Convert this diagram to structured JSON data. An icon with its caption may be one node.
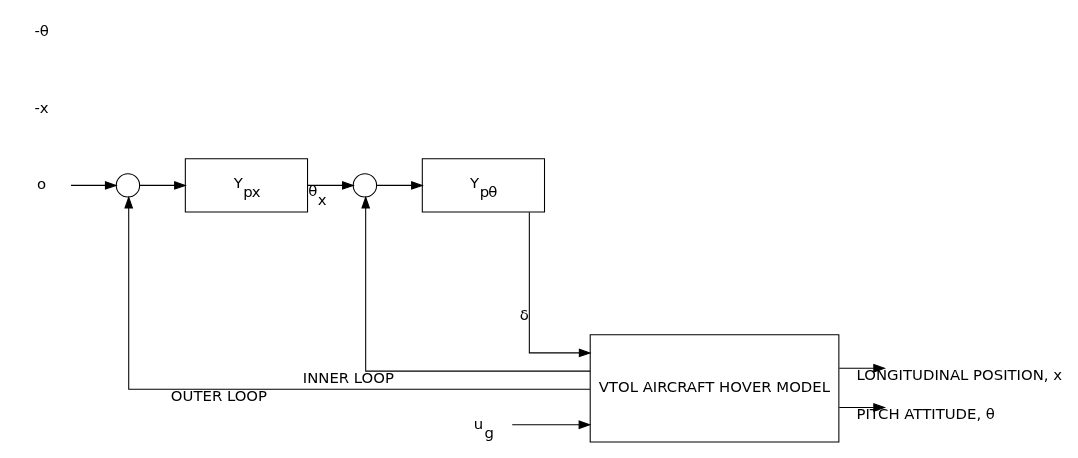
{
  "diagram": {
    "nodes": [
      {
        "text": [
          "o"
        ]
      },
      {
        "text": [],
        "shape": "circle"
      },
      {
        "text": [
          "Y$_{p}$$_{x}$"
        ]
      },
      {
        "text": [],
        "shape": "circle"
      },
      {
        "text": [
          "Y$_{p}$$_{θ}$"
        ]
      },
      {
        "text": [
          "VTOL AIRCRAFT HOVER MODEL"
        ]
      },
      {
        "text": [
          "u$_{g}$"
        ]
      }
    ],
    "edges": [
      {
        "from": 0,
        "to": 1,
        "arrow": "to"
      },
      {
        "from": 1,
        "to": 2,
        "arrow": "to"
      },
      {
        "from": 2,
        "to": 3,
        "arrow": "to",
        "label": "θ$_{x}$"
      },
      {
        "from": 3,
        "to": 4,
        "arrow": "to"
      },
      {
        "from": 4,
        "to": 5,
        "arrow": "to",
        "label": "δ"
      },
      {
        "from": 6,
        "to": 5,
        "arrow": "to"
      },
      {
        "from": 5,
        "to": null,
        "arrow": "to",
        "label": "LONGITUDINAL POSITION, x"
      },
      {
        "from": 5,
        "to": null,
        "arrow": "to",
        "label": "PITCH ATTITUDE, θ"
      },
      {
        "from": 5,
        "to": 3,
        "arrow": "to",
        "label": "INNER LOOP"
      },
      {
        "from": 5,
        "to": 1,
        "arrow": "to",
        "label": "OUTER LOOP"
      }
    ],
    "labels": [
      "-x",
      "-θ"
    ]
  }
}
